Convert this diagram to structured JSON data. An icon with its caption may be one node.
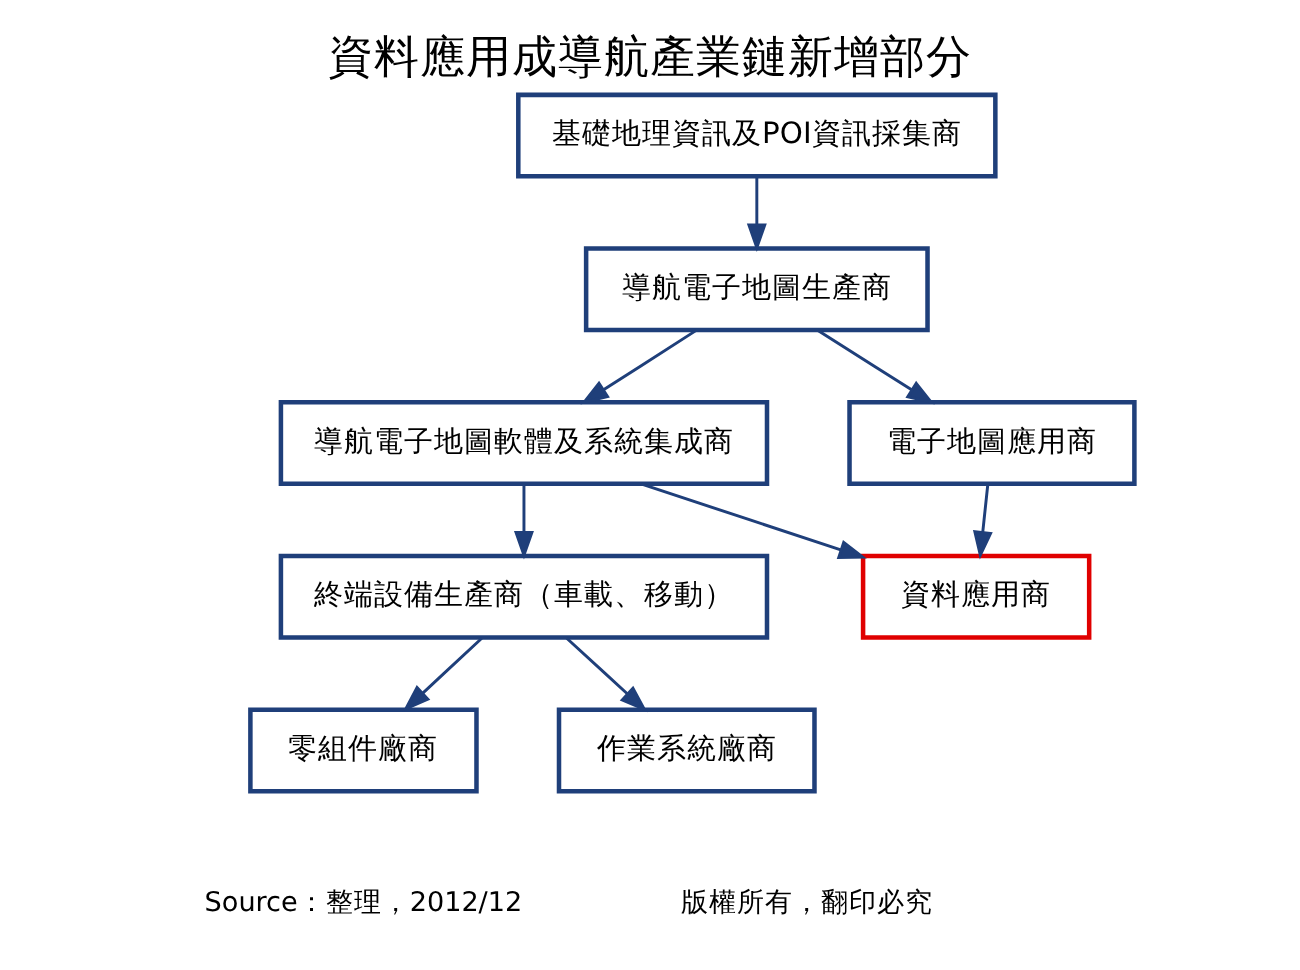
{
  "diagram": {
    "title": "資料應用成導航產業鏈新增部分",
    "nodes": [
      {
        "text": [
          "基礎地理資訊及POI資訊採集商"
        ]
      },
      {
        "text": [
          "導航電子地圖生產商"
        ]
      },
      {
        "text": [
          "導航電子地圖軟體及系統集成商"
        ]
      },
      {
        "text": [
          "電子地圖應用商"
        ]
      },
      {
        "text": [
          "終端設備生產商（車載、移動）"
        ]
      },
      {
        "text": [
          "資料應用商"
        ]
      },
      {
        "text": [
          "零組件廠商"
        ]
      },
      {
        "text": [
          "作業系統廠商"
        ]
      }
    ],
    "edges": [
      {
        "from": 0,
        "to": 1,
        "arrow": "to"
      },
      {
        "from": 1,
        "to": 2,
        "arrow": "to"
      },
      {
        "from": 1,
        "to": 3,
        "arrow": "to"
      },
      {
        "from": 2,
        "to": 4,
        "arrow": "to"
      },
      {
        "from": 2,
        "to": 5,
        "arrow": "to"
      },
      {
        "from": 3,
        "to": 5,
        "arrow": "to"
      },
      {
        "from": 4,
        "to": 6,
        "arrow": "to"
      },
      {
        "from": 4,
        "to": 7,
        "arrow": "to"
      }
    ],
    "labels": [
      "Source：整理，2012/12",
      "版權所有，翻印必究"
    ]
  }
}
